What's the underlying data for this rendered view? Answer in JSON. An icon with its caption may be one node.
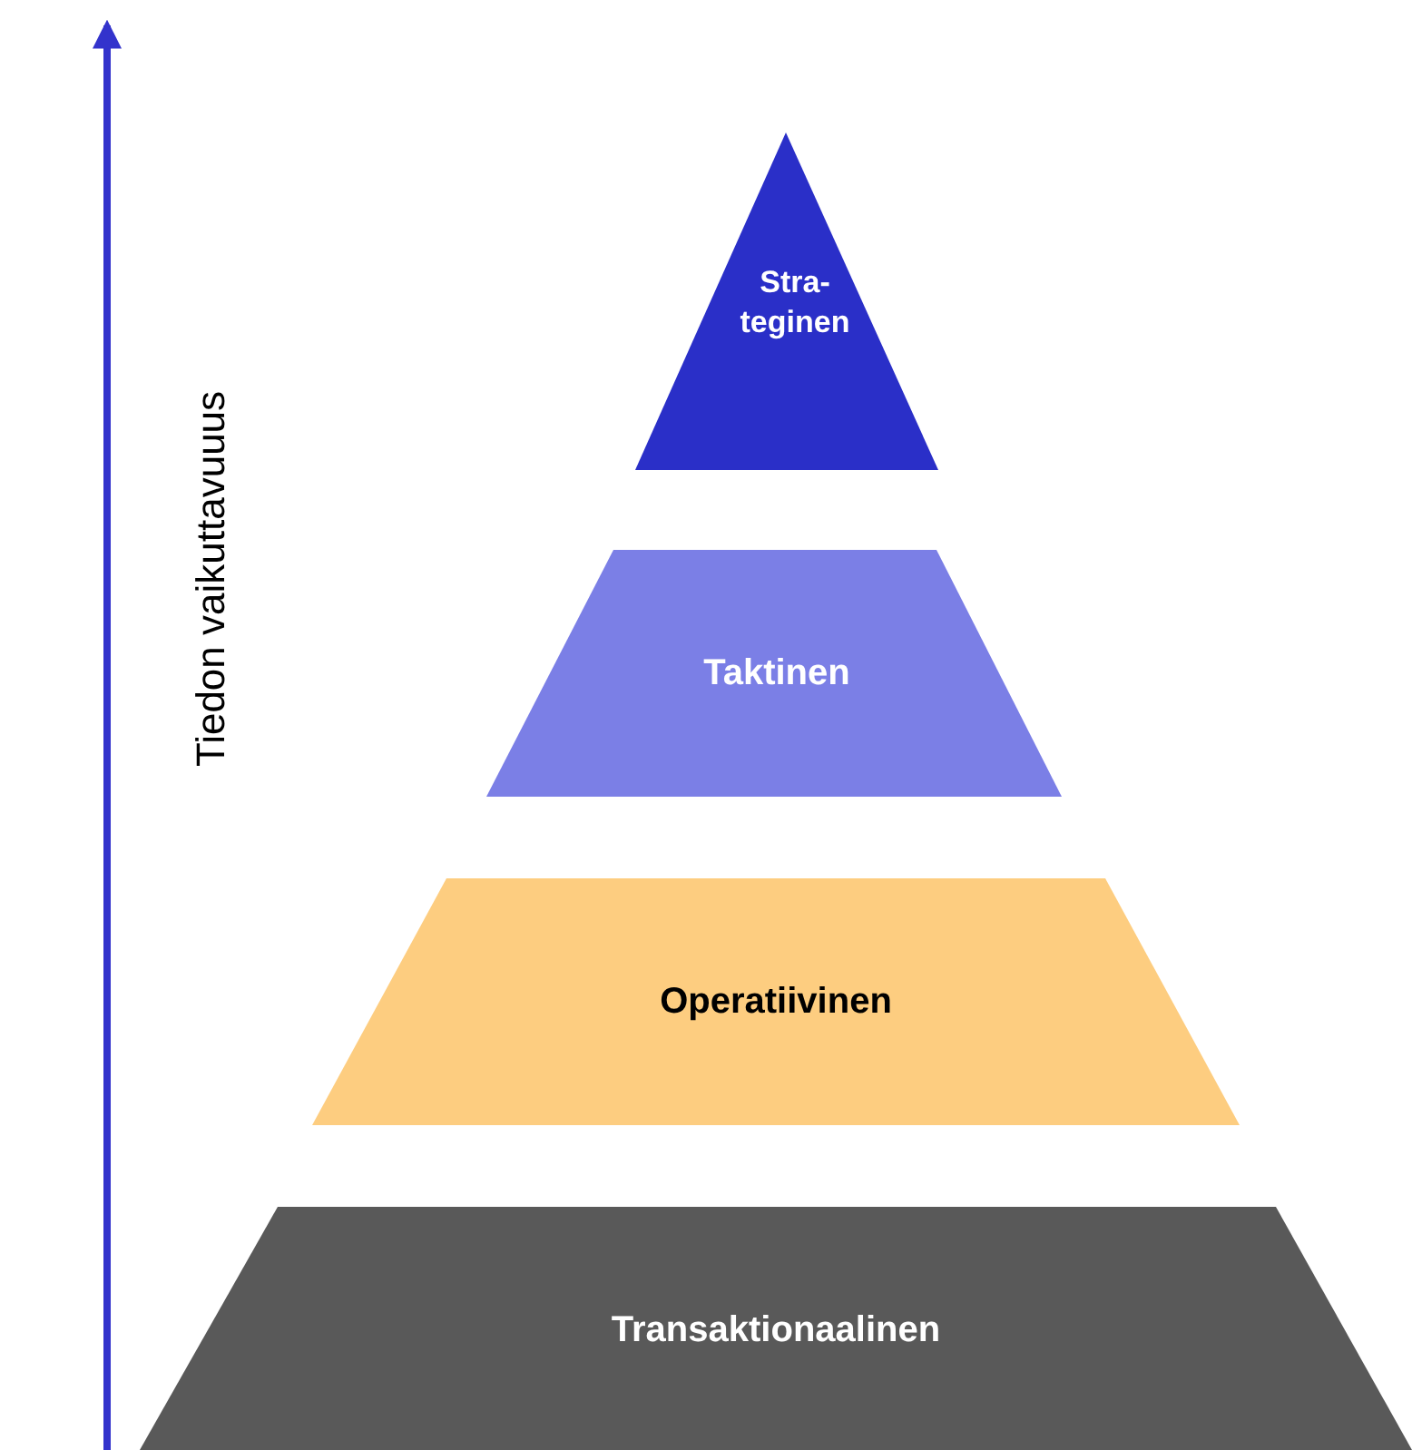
{
  "diagram": {
    "nodes": [
      {
        "text": [
          "Stra- teginen"
        ]
      },
      {
        "text": [
          "Taktinen"
        ]
      },
      {
        "text": [
          "Operatiivinen"
        ]
      },
      {
        "text": [
          "Transaktionaalinen"
        ]
      }
    ],
    "labels": [
      "Tiedon vaikuttavuuus"
    ]
  }
}
